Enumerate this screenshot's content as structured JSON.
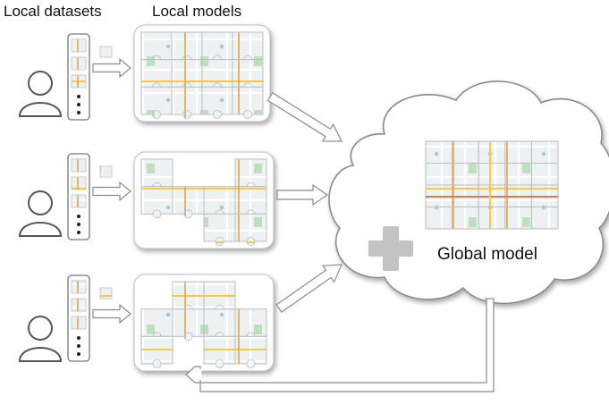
{
  "labels": {
    "local_datasets": "Local datasets",
    "local_models": "Local models",
    "global_model": "Global model"
  },
  "colors": {
    "map_background": "#eef1f2",
    "piece_edge": "#b9bec3",
    "road_yellow": "#f2c94c",
    "road_orange": "#e8a24a",
    "park_green": "#7cc47f",
    "water_blue": "#9cc9e8",
    "plus_gray": "#c3c3c3",
    "cloud_edge": "#8a8a8a",
    "arrow_edge": "#8a8a8a"
  },
  "icons": [
    "user-icon",
    "dataset-list-icon",
    "puzzle-piece-icon",
    "plus-icon",
    "cloud-icon"
  ],
  "clients": [
    {
      "user": "user-icon",
      "dataset": "dataset-list-icon",
      "model_completeness": "most pieces"
    },
    {
      "user": "user-icon",
      "dataset": "dataset-list-icon",
      "model_completeness": "partial pieces"
    },
    {
      "user": "user-icon",
      "dataset": "dataset-list-icon",
      "model_completeness": "partial pieces"
    }
  ]
}
